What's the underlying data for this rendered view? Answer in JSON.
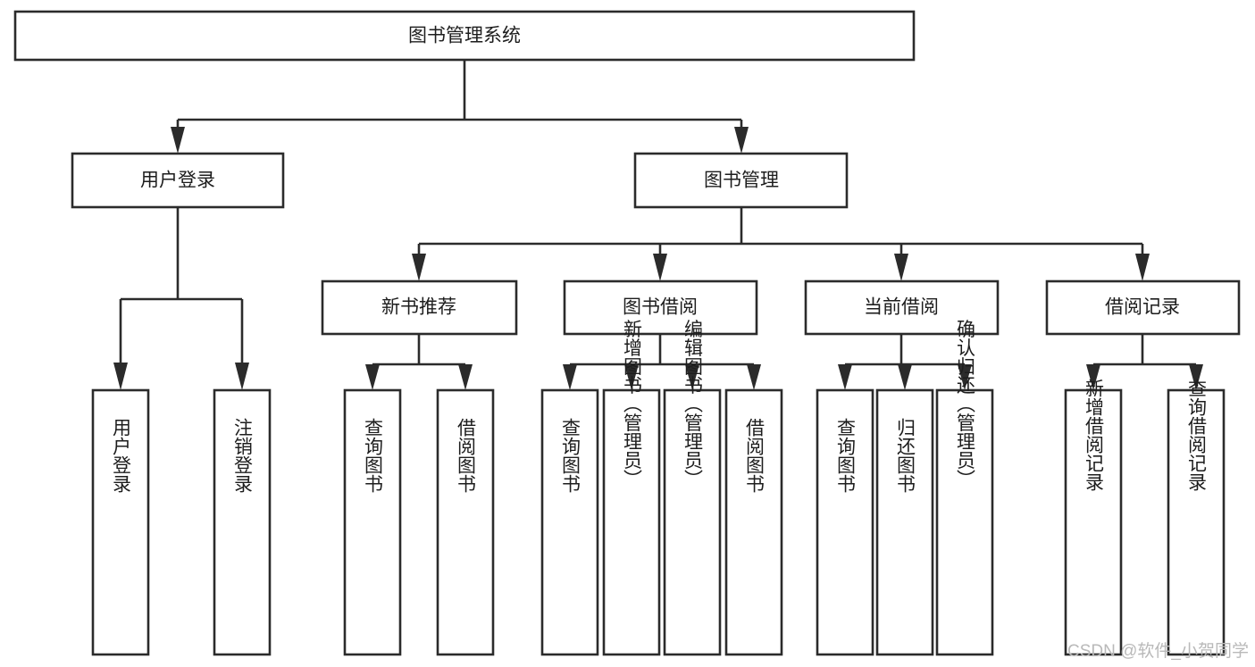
{
  "diagram": {
    "type": "hierarchy-tree",
    "title": "图书管理系统",
    "watermark": "CSDN @软件_小贺同学",
    "colors": {
      "box_stroke": "#2b2b2b",
      "box_fill": "#ffffff",
      "text": "#1d1d1d",
      "watermark": "#b9b9b9",
      "background": "#ffffff"
    },
    "levels": {
      "root": {
        "label": "图书管理系统"
      },
      "level2": [
        {
          "id": "user-login",
          "label": "用户登录"
        },
        {
          "id": "book-manage",
          "label": "图书管理"
        }
      ],
      "level3": [
        {
          "id": "new-book-recommend",
          "label": "新书推荐",
          "parent": "book-manage"
        },
        {
          "id": "book-borrow",
          "label": "图书借阅",
          "parent": "book-manage"
        },
        {
          "id": "current-borrow",
          "label": "当前借阅",
          "parent": "book-manage"
        },
        {
          "id": "borrow-record",
          "label": "借阅记录",
          "parent": "book-manage"
        }
      ],
      "leaves": [
        {
          "id": "leaf-user-login",
          "label": "用户登录",
          "parent": "user-login"
        },
        {
          "id": "leaf-user-logout",
          "label": "注销登录",
          "parent": "user-login"
        },
        {
          "id": "leaf-query-book-1",
          "label": "查询图书",
          "parent": "new-book-recommend"
        },
        {
          "id": "leaf-borrow-book-1",
          "label": "借阅图书",
          "parent": "new-book-recommend"
        },
        {
          "id": "leaf-query-book-2",
          "label": "查询图书",
          "parent": "book-borrow"
        },
        {
          "id": "leaf-add-book",
          "label": "新增图书（管理员）",
          "parent": "book-borrow"
        },
        {
          "id": "leaf-edit-book",
          "label": "编辑图书（管理员）",
          "parent": "book-borrow"
        },
        {
          "id": "leaf-borrow-book-2",
          "label": "借阅图书",
          "parent": "book-borrow"
        },
        {
          "id": "leaf-query-book-3",
          "label": "查询图书",
          "parent": "current-borrow"
        },
        {
          "id": "leaf-return-book",
          "label": "归还图书",
          "parent": "current-borrow"
        },
        {
          "id": "leaf-confirm-return",
          "label": "确认归还（管理员）",
          "parent": "current-borrow"
        },
        {
          "id": "leaf-add-record",
          "label": "新增借阅记录",
          "parent": "borrow-record"
        },
        {
          "id": "leaf-query-record",
          "label": "查询借阅记录",
          "parent": "borrow-record"
        }
      ]
    }
  }
}
